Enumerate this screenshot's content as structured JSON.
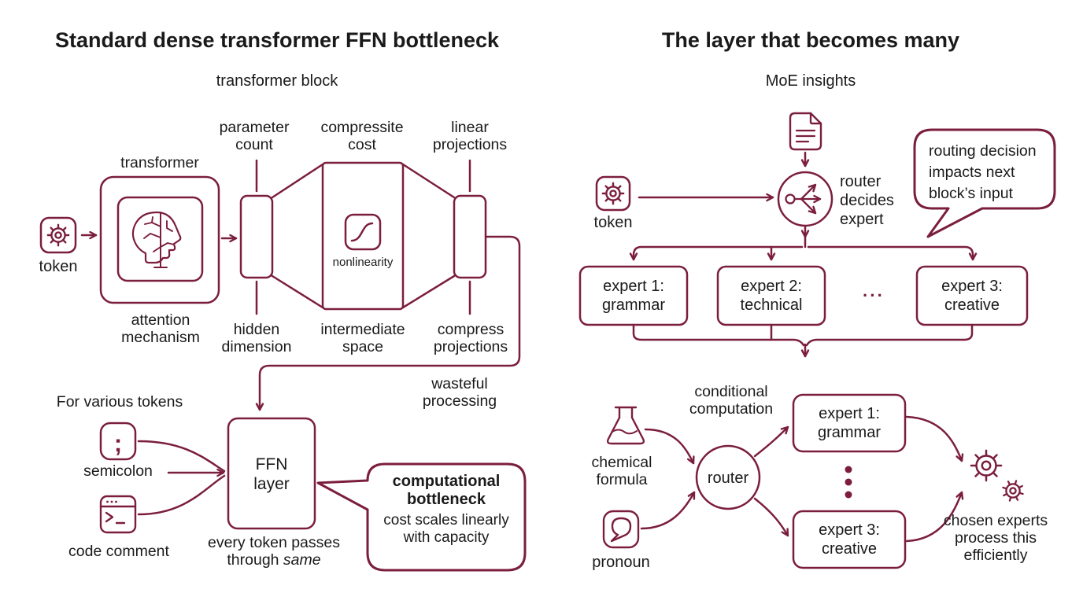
{
  "colors": {
    "accent": "#7b1e3e",
    "ink": "#1a1a1a",
    "background": "#ffffff"
  },
  "left": {
    "title": "Standard dense transformer FFN bottleneck",
    "subtitle": "transformer block",
    "token_label": "token",
    "transformer_label": "transformer",
    "attention_lines": [
      "attention",
      "mechanism"
    ],
    "parameter_count_lines": [
      "parameter",
      "count"
    ],
    "compressite_cost_lines": [
      "compressite",
      "cost"
    ],
    "linear_projections_lines": [
      "linear",
      "projections"
    ],
    "hidden_dimension_lines": [
      "hidden",
      "dimension"
    ],
    "intermediate_space_lines": [
      "intermediate",
      "space"
    ],
    "compress_projections_lines": [
      "compress",
      "projections"
    ],
    "nonlinearity_label": "nonlinearity",
    "wasteful_lines": [
      "wasteful",
      "processing"
    ],
    "for_various_tokens": "For various tokens",
    "semicolon_glyph": ";",
    "semicolon_label": "semicolon",
    "code_comment_label": "code comment",
    "ffn_lines": [
      "FFN",
      "layer"
    ],
    "caption_line1": "every token passes",
    "caption_line2_prefix": "through ",
    "caption_line2_italic": "same",
    "bubble_title_lines": [
      "computational",
      "bottleneck"
    ],
    "bubble_body_lines": [
      "cost scales linearly",
      "with capacity"
    ]
  },
  "right": {
    "title": "The layer that becomes many",
    "subtitle": "MoE insights",
    "token_label": "token",
    "router_decides_lines": [
      "router",
      "decides",
      "expert"
    ],
    "bubble_lines": [
      "routing decision",
      "impacts next",
      "block’s input"
    ],
    "experts_row": [
      {
        "lines": [
          "expert 1:",
          "grammar"
        ]
      },
      {
        "lines": [
          "expert 2:",
          "technical"
        ]
      },
      {
        "lines": [
          "expert 3:",
          "creative"
        ]
      }
    ],
    "row_ellipsis": "···",
    "conditional_lines": [
      "conditional",
      "computation"
    ],
    "chemical_formula_lines": [
      "chemical",
      "formula"
    ],
    "pronoun_label": "pronoun",
    "router_label": "router",
    "experts_selected": [
      {
        "lines": [
          "expert 1:",
          "grammar"
        ]
      },
      {
        "lines": [
          "expert 3:",
          "creative"
        ]
      }
    ],
    "chosen_lines": [
      "chosen experts",
      "process this",
      "efficiently"
    ]
  }
}
